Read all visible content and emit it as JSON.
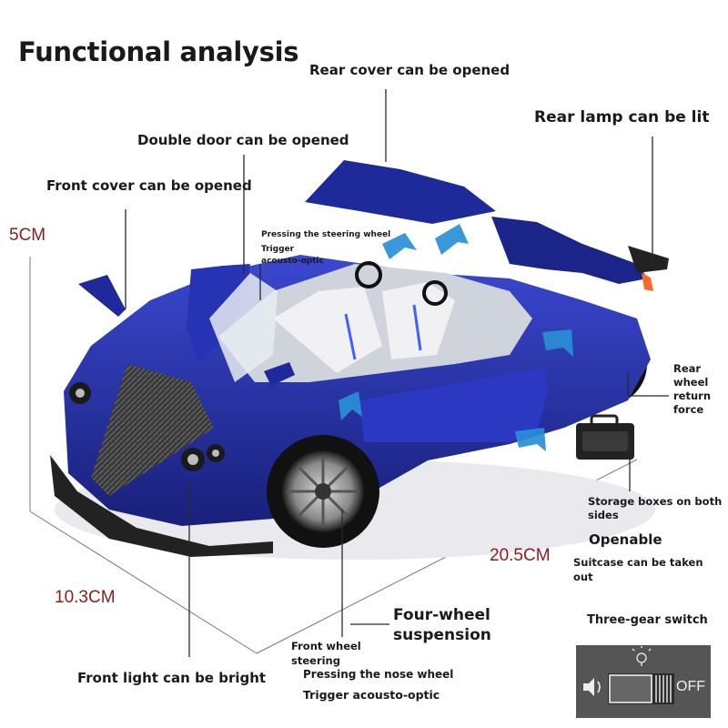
{
  "title": "Functional analysis",
  "labels": {
    "rear_cover": "Rear cover can be opened",
    "rear_lamp": "Rear lamp can be lit",
    "double_door": "Double door can be opened",
    "front_cover": "Front cover can be opened",
    "steering_wheel_line1": "Pressing the steering wheel",
    "steering_wheel_line2": "Trigger",
    "steering_wheel_line3": "acousto-optic",
    "rear_wheel_return": [
      "Rear",
      "wheel",
      "return",
      "force"
    ],
    "storage_boxes_line1": "Storage boxes on both",
    "storage_boxes_line2": "sides",
    "openable": "Openable",
    "suitcase_line1": "Suitcase can be taken",
    "suitcase_line2": "out",
    "three_gear": "Three-gear switch",
    "four_wheel_line1": "Four-wheel",
    "four_wheel_line2": "suspension",
    "front_wheel_line1": "Front wheel",
    "front_wheel_line2": "steering",
    "nose_wheel": "Pressing the nose wheel",
    "trigger_acousto": "Trigger acousto-optic",
    "front_light": "Front light can be bright"
  },
  "dimensions": {
    "height": "5CM",
    "width": "10.3CM",
    "length": "20.5CM"
  },
  "switch": {
    "off_label": "OFF"
  },
  "colors": {
    "car_body": "#2430a8",
    "arrow": "#2a8fd6",
    "dimension_text": "#8b1c1c"
  }
}
